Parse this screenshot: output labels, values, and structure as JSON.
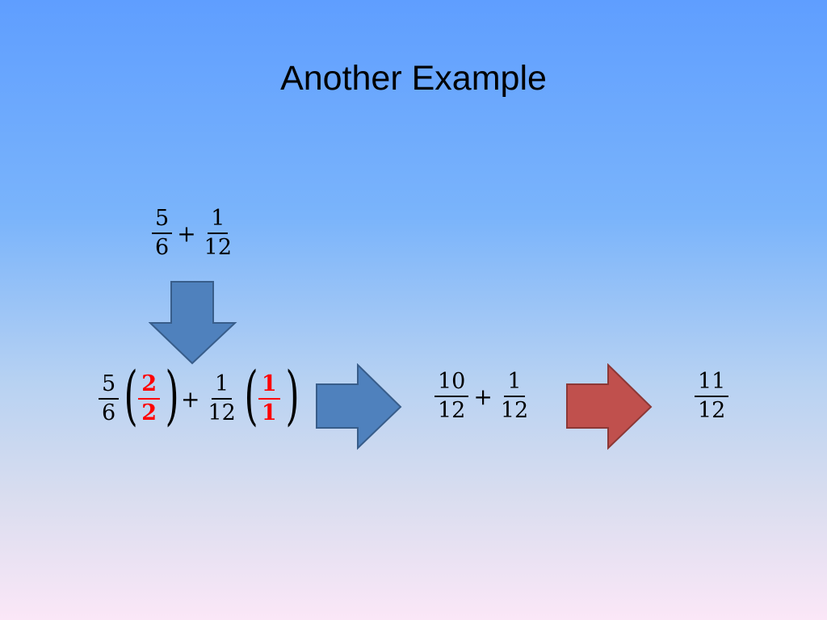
{
  "slide": {
    "title": "Another Example"
  },
  "top_expression": {
    "f1": {
      "num": "5",
      "den": "6"
    },
    "op": "+",
    "f2": {
      "num": "1",
      "den": "12"
    }
  },
  "step1_expression": {
    "f1": {
      "num": "5",
      "den": "6"
    },
    "m1": {
      "num": "2",
      "den": "2"
    },
    "op": "+",
    "f2": {
      "num": "1",
      "den": "12"
    },
    "m2": {
      "num": "1",
      "den": "1"
    },
    "paren_open": "(",
    "paren_close": ")"
  },
  "step2_expression": {
    "f1": {
      "num": "10",
      "den": "12"
    },
    "op": "+",
    "f2": {
      "num": "1",
      "den": "12"
    }
  },
  "result_expression": {
    "f1": {
      "num": "11",
      "den": "12"
    }
  },
  "colors": {
    "blue_arrow": "#4f81bd",
    "blue_arrow_border": "#385d8a",
    "red_arrow": "#c0504d",
    "red_arrow_border": "#8c3836",
    "highlight": "#ff0000"
  }
}
